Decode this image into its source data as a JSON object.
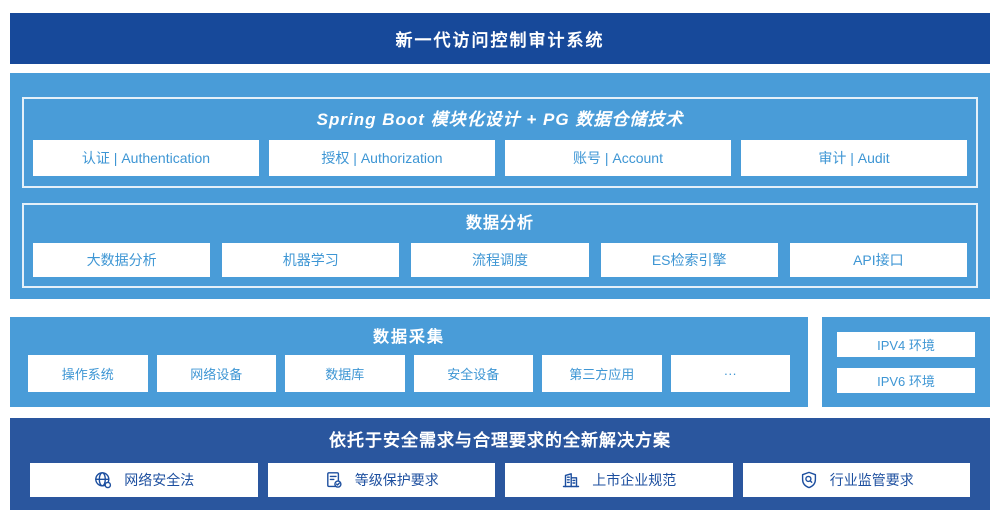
{
  "banner": {
    "title": "新一代访问控制审计系统"
  },
  "platform": {
    "spring": {
      "title": "Spring Boot 模块化设计 + PG 数据仓储技术",
      "items": [
        "认证 | Authentication",
        "授权 | Authorization",
        "账号 | Account",
        "审计 | Audit"
      ]
    },
    "analysis": {
      "title": "数据分析",
      "items": [
        "大数据分析",
        "机器学习",
        "流程调度",
        "ES检索引擎",
        "API接口"
      ]
    }
  },
  "collection": {
    "title": "数据采集",
    "items": [
      "操作系统",
      "网络设备",
      "数据库",
      "安全设备",
      "第三方应用",
      "···"
    ]
  },
  "environments": {
    "items": [
      "IPV4 环境",
      "IPV6 环境"
    ]
  },
  "solution": {
    "title": "依托于安全需求与合理要求的全新解决方案",
    "items": [
      {
        "icon": "globe-icon",
        "label": "网络安全法"
      },
      {
        "icon": "document-check-icon",
        "label": "等级保护要求"
      },
      {
        "icon": "building-icon",
        "label": "上市企业规范"
      },
      {
        "icon": "shield-search-icon",
        "label": "行业监管要求"
      }
    ]
  },
  "colors": {
    "banner_blue": "#17499a",
    "panel_blue": "#499cd8",
    "solution_blue": "#2a569e",
    "chip_text_blue": "#3e96d4",
    "solution_text_blue": "#1d4f9f"
  }
}
